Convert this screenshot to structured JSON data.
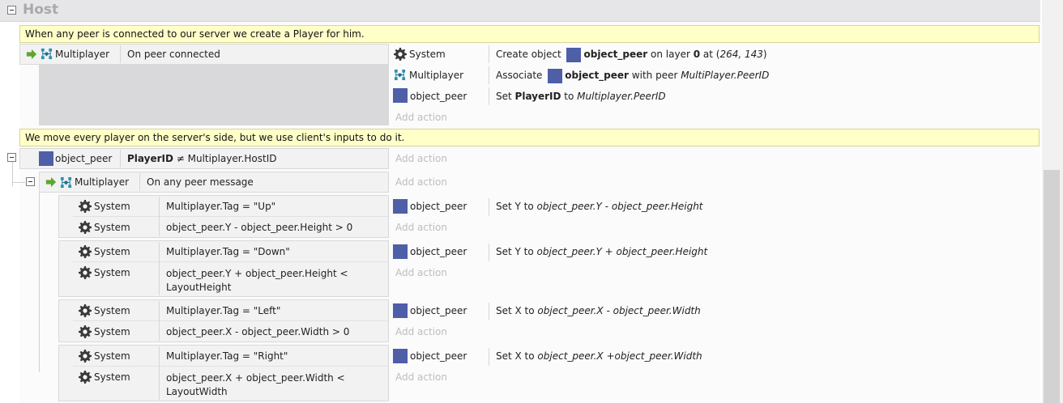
{
  "group": {
    "title": "Host"
  },
  "comments": {
    "c1": "When any peer is connected to our server we create a Player for him.",
    "c2": "We move every player on the server's side, but we use client's inputs to do it."
  },
  "event1": {
    "condition": {
      "object": "Multiplayer",
      "text": "On peer connected"
    },
    "actions": [
      {
        "object": "System",
        "pre": "Create object ",
        "bold1": "object_peer",
        "mid": " on layer ",
        "bold2": "0",
        "post": " at (",
        "ital": "264, 143",
        "end": ")"
      },
      {
        "object": "Multiplayer",
        "pre": "Associate ",
        "bold1": "object_peer",
        "mid": " with peer ",
        "ital": "MultiPlayer.PeerID"
      },
      {
        "object": "object_peer",
        "pre": "Set ",
        "bold1": "PlayerID",
        "mid": " to ",
        "ital": "Multiplayer.PeerID"
      }
    ],
    "add_action": "Add action"
  },
  "event2": {
    "condition": {
      "object": "object_peer",
      "bold": "PlayerID",
      "text": " ≠ Multiplayer.HostID"
    },
    "add_action": "Add action"
  },
  "event3": {
    "condition": {
      "object": "Multiplayer",
      "text": "On any peer message"
    },
    "add_action": "Add action"
  },
  "subevents": [
    {
      "c1": {
        "object": "System",
        "text": "Multiplayer.Tag = \"Up\""
      },
      "c2": {
        "object": "System",
        "text": "object_peer.Y - object_peer.Height > 0"
      },
      "action": {
        "object": "object_peer",
        "pre": "Set Y to ",
        "ital": "object_peer.Y - object_peer.Height"
      },
      "add_action": "Add action"
    },
    {
      "c1": {
        "object": "System",
        "text": "Multiplayer.Tag = \"Down\""
      },
      "c2": {
        "object": "System",
        "line1": "object_peer.Y + object_peer.Height <",
        "line2": "LayoutHeight"
      },
      "action": {
        "object": "object_peer",
        "pre": "Set Y to ",
        "ital": "object_peer.Y + object_peer.Height"
      },
      "add_action": "Add action"
    },
    {
      "c1": {
        "object": "System",
        "text": "Multiplayer.Tag = \"Left\""
      },
      "c2": {
        "object": "System",
        "text": "object_peer.X - object_peer.Width > 0"
      },
      "action": {
        "object": "object_peer",
        "pre": "Set X to ",
        "ital": "object_peer.X - object_peer.Width"
      },
      "add_action": "Add action"
    },
    {
      "c1": {
        "object": "System",
        "text": "Multiplayer.Tag = \"Right\""
      },
      "c2": {
        "object": "System",
        "line1": "object_peer.X + object_peer.Width <",
        "line2": "LayoutWidth"
      },
      "action": {
        "object": "object_peer",
        "pre": "Set X to ",
        "ital": "object_peer.X +object_peer.Width"
      },
      "add_action": "Add action"
    }
  ],
  "colors": {
    "object_icon": "#4e5fa8",
    "comment_bg": "#ffffc8",
    "trigger_arrow": "#5fa62f"
  }
}
